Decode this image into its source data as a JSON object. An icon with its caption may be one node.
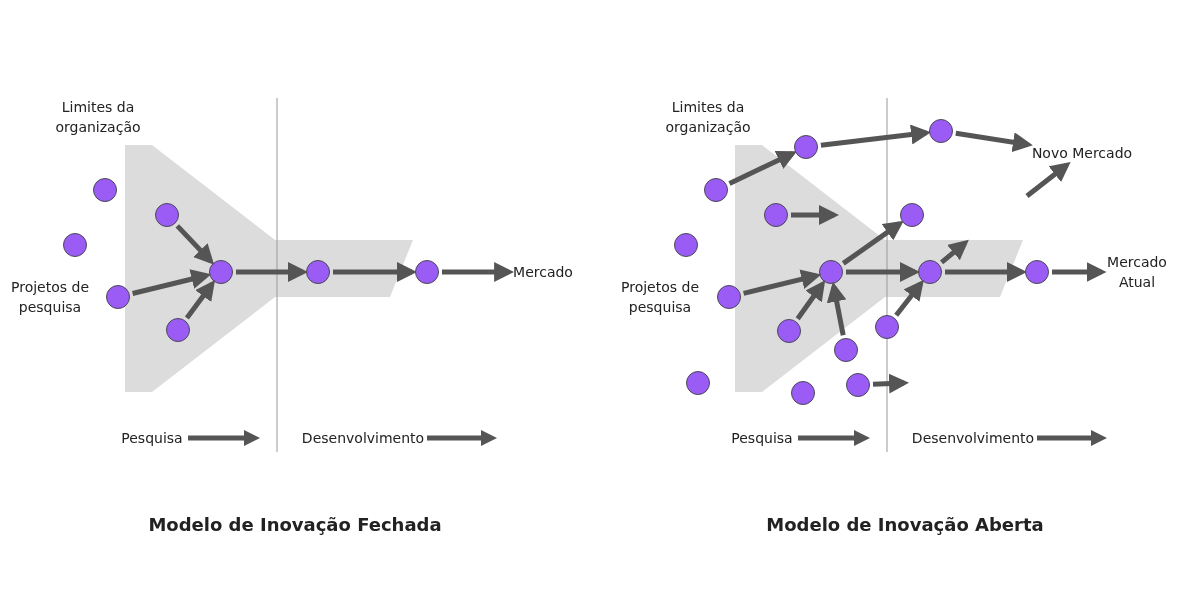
{
  "diagram": {
    "nodes": [
      {
        "text": [],
        "shape": "circle"
      },
      {
        "text": [],
        "shape": "circle"
      },
      {
        "text": [],
        "shape": "circle",
        "in": 27
      },
      {
        "text": [],
        "shape": "circle"
      },
      {
        "text": [],
        "shape": "circle",
        "in": 27
      },
      {
        "text": [],
        "shape": "circle",
        "in": 27
      },
      {
        "text": [],
        "shape": "circle",
        "in": 27
      },
      {
        "text": [],
        "shape": "circle"
      },
      {
        "text": [
          "Mercado"
        ]
      },
      {
        "text": [],
        "shape": "circle"
      },
      {
        "text": [],
        "shape": "circle"
      },
      {
        "text": [],
        "shape": "circle"
      },
      {
        "text": [
          "Novo Mercado"
        ]
      },
      {
        "text": [],
        "shape": "circle"
      },
      {
        "text": [],
        "shape": "circle",
        "in": 28
      },
      {
        "text": [],
        "shape": "circle"
      },
      {
        "text": [],
        "shape": "circle"
      },
      {
        "text": [],
        "shape": "circle",
        "in": 28
      },
      {
        "text": [],
        "shape": "circle",
        "in": 28
      },
      {
        "text": [],
        "shape": "circle"
      },
      {
        "text": [
          "Mercado Atual"
        ]
      },
      {
        "text": [],
        "shape": "circle",
        "in": 28
      },
      {
        "text": [],
        "shape": "circle"
      },
      {
        "text": [],
        "shape": "circle"
      },
      {
        "text": [],
        "shape": "circle"
      },
      {
        "text": [],
        "shape": "circle"
      },
      {
        "text": [],
        "shape": "circle"
      },
      {
        "text": [],
        "shape": "band"
      },
      {
        "text": [],
        "shape": "band"
      }
    ],
    "edges": [
      {
        "from": 2,
        "to": 4,
        "arrow": "to"
      },
      {
        "from": 3,
        "to": 4,
        "arrow": "to"
      },
      {
        "from": 5,
        "to": 4,
        "arrow": "to"
      },
      {
        "from": 4,
        "to": 6,
        "arrow": "to"
      },
      {
        "from": 6,
        "to": 7,
        "arrow": "to"
      },
      {
        "from": 7,
        "to": 8,
        "arrow": "to"
      },
      {
        "from": 9,
        "to": 10,
        "arrow": "to"
      },
      {
        "from": 10,
        "to": 11,
        "arrow": "to"
      },
      {
        "from": 11,
        "to": 12,
        "arrow": "to"
      },
      {
        "from": 14,
        "to": null,
        "arrow": "to"
      },
      {
        "from": 16,
        "to": 17,
        "arrow": "to"
      },
      {
        "from": 21,
        "to": 17,
        "arrow": "to"
      },
      {
        "from": 23,
        "to": 17,
        "arrow": "to"
      },
      {
        "from": 17,
        "to": 18,
        "arrow": "to"
      },
      {
        "from": 17,
        "to": 15,
        "arrow": "to"
      },
      {
        "from": 18,
        "to": null,
        "arrow": "to"
      },
      {
        "from": null,
        "to": 12,
        "arrow": "to"
      },
      {
        "from": 18,
        "to": 19,
        "arrow": "to"
      },
      {
        "from": 22,
        "to": 18,
        "arrow": "to"
      },
      {
        "from": 26,
        "to": null,
        "arrow": "to"
      },
      {
        "from": 19,
        "to": 20,
        "arrow": "to"
      }
    ],
    "labels": [
      "Limites da organização",
      "Limites da organização",
      "Projetos de pesquisa",
      "Projetos de pesquisa",
      "Pesquisa",
      "Desenvolvimento",
      "Pesquisa",
      "Desenvolvimento",
      "Modelo de Inovação Fechada",
      "Modelo de Inovação Aberta"
    ]
  }
}
